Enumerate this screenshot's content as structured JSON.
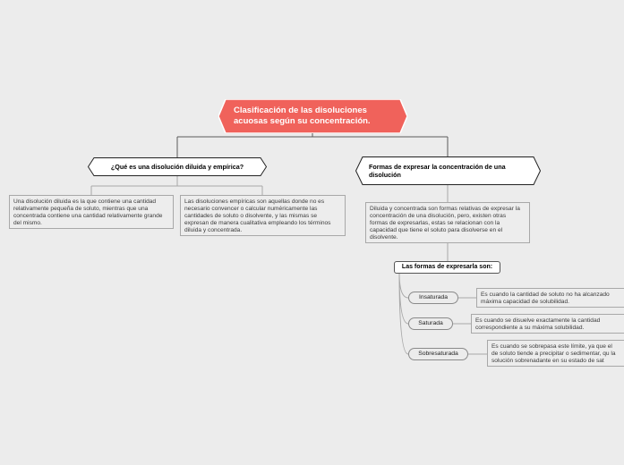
{
  "root": {
    "title": "Clasificación de las disoluciones acuosas según su concentración.",
    "color": "#f0625b"
  },
  "left": {
    "title": "¿Qué es una disolución diluida y empírica?",
    "note_a": "Una disolución diluida es la que contiene una cantidad relativamente pequeña de soluto, mientras que una concentrada contiene una cantidad relativamente grande del mismo.",
    "note_b": "Las disoluciones empíricas son aquellas donde no es necesario convencer o calcular numéricamente las cantidades de soluto o disolvente, y las mismas se expresan de manera cualitativa empleando los términos diluida y concentrada."
  },
  "right": {
    "title": "Formas de expresar la concentración de una disolución",
    "note": "Diluida y concentrada son formas relativas de expresar la concentración de una disolución, pero, existen otras formas de expresarlas, estas se relacionan con la capacidad que tiene el soluto para disolverse en el disolvente.",
    "sub_label": "Las formas de expresarla son:",
    "items": [
      {
        "label": "Insaturada",
        "desc": "Es cuando la cantidad de soluto no ha alcanzado máxima capacidad de solubilidad."
      },
      {
        "label": "Saturada",
        "desc": "Es cuando se disuelve exactamente la cantidad correspondiente a su máxima solubilidad."
      },
      {
        "label": "Sobresaturada",
        "desc": "Es cuando se sobrepasa este límite, ya que el de soluto tiende a precipitar o sedimentar, qu la solución sobrenadante en su estado de sat"
      }
    ]
  }
}
